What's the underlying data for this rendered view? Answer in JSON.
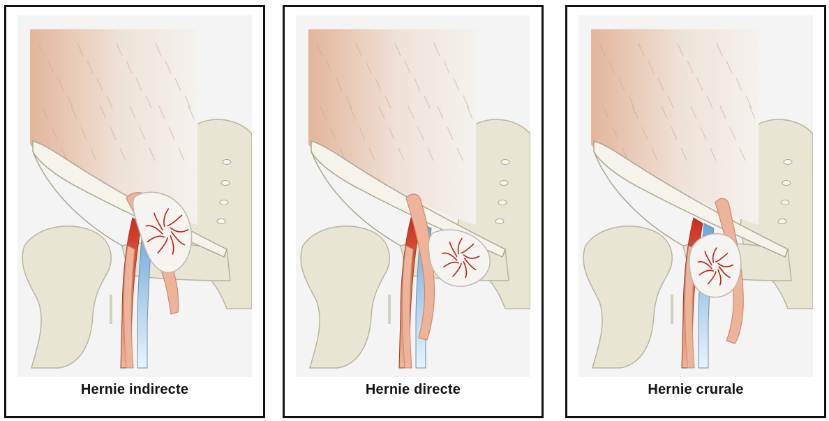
{
  "panels": [
    {
      "caption": "Hernie indirecte",
      "type": "indirect"
    },
    {
      "caption": "Hernie directe",
      "type": "direct"
    },
    {
      "caption": "Hernie crurale",
      "type": "crural"
    }
  ],
  "colors": {
    "muscle": "#e3b59c",
    "muscle_light": "#efe3d8",
    "bone": "#e8e6d2",
    "bone_shadow": "#c9c6ae",
    "ligament": "#f6f4ea",
    "artery": "#cc2b20",
    "vein": "#8cc0e6",
    "nerve": "#eeb49a",
    "hernia_sac": "#f6f4f0",
    "sac_vessels": "#b81e17"
  }
}
